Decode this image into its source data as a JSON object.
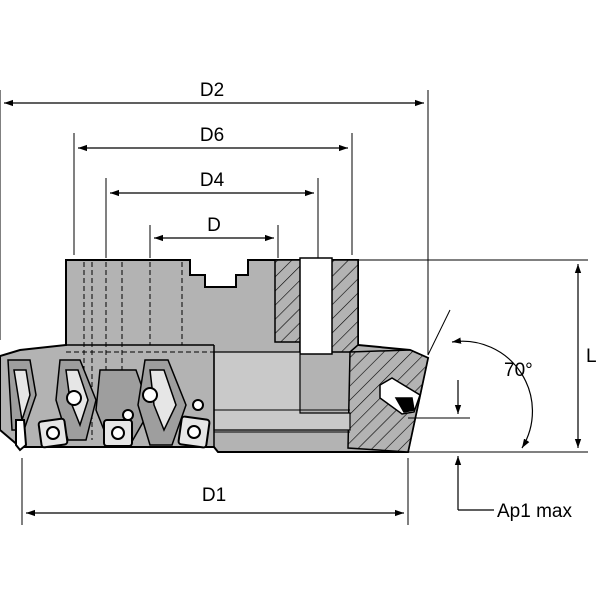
{
  "dimensions": {
    "d2": "D2",
    "d6": "D6",
    "d4": "D4",
    "d": "D",
    "d1": "D1",
    "l": "L",
    "ap1": "Ap1 max"
  },
  "angle": {
    "label": "70°",
    "value_deg": 70
  },
  "colors": {
    "body": "#b3b3b3",
    "line": "#000000",
    "background": "#ffffff"
  }
}
